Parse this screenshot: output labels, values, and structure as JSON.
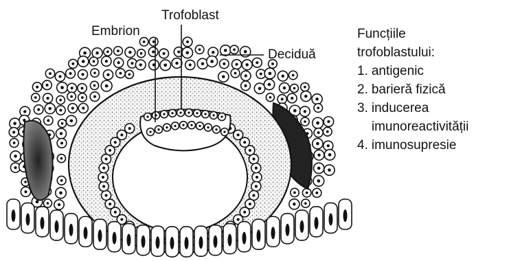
{
  "labels": {
    "embryo": "Embrion",
    "trophoblast": "Trofoblast",
    "decidua": "Deciduă"
  },
  "panel": {
    "title_line1": "Funcțiile",
    "title_line2": "trofoblastului:",
    "items": [
      {
        "num": "1.",
        "text": "antigenic"
      },
      {
        "num": "2.",
        "text": "barieră fizică"
      },
      {
        "num": "3.",
        "text": "inducerea imunoreactivității"
      },
      {
        "num": "4.",
        "text": "imunosupresie"
      }
    ]
  },
  "colors": {
    "ink": "#111111",
    "stipple_bg": "#f2f2f2",
    "dark_gland": "#2a2a2a"
  }
}
